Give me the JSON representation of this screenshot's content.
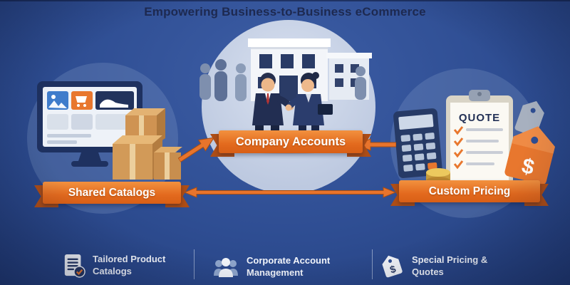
{
  "title": "Empowering Business-to-Business eCommerce",
  "banners": {
    "left": "Shared Catalogs",
    "center": "Company Accounts",
    "right": "Custom Pricing"
  },
  "pricing_group": {
    "quote_label": "QUOTE",
    "tag_symbol": "$"
  },
  "footer": {
    "items": [
      {
        "label": "Tailored Product Catalogs",
        "icon": "document-checklist-icon"
      },
      {
        "label": "Corporate Account Management",
        "icon": "people-group-icon"
      },
      {
        "label": "Special Pricing & Quotes",
        "icon": "price-tag-icon"
      }
    ]
  },
  "colors": {
    "background_blue": "#2e4d92",
    "accent_orange": "#e8702a",
    "ribbon_shadow": "#ad4d16",
    "navy": "#1e3160",
    "scene_circle": "#c6d0e4"
  }
}
